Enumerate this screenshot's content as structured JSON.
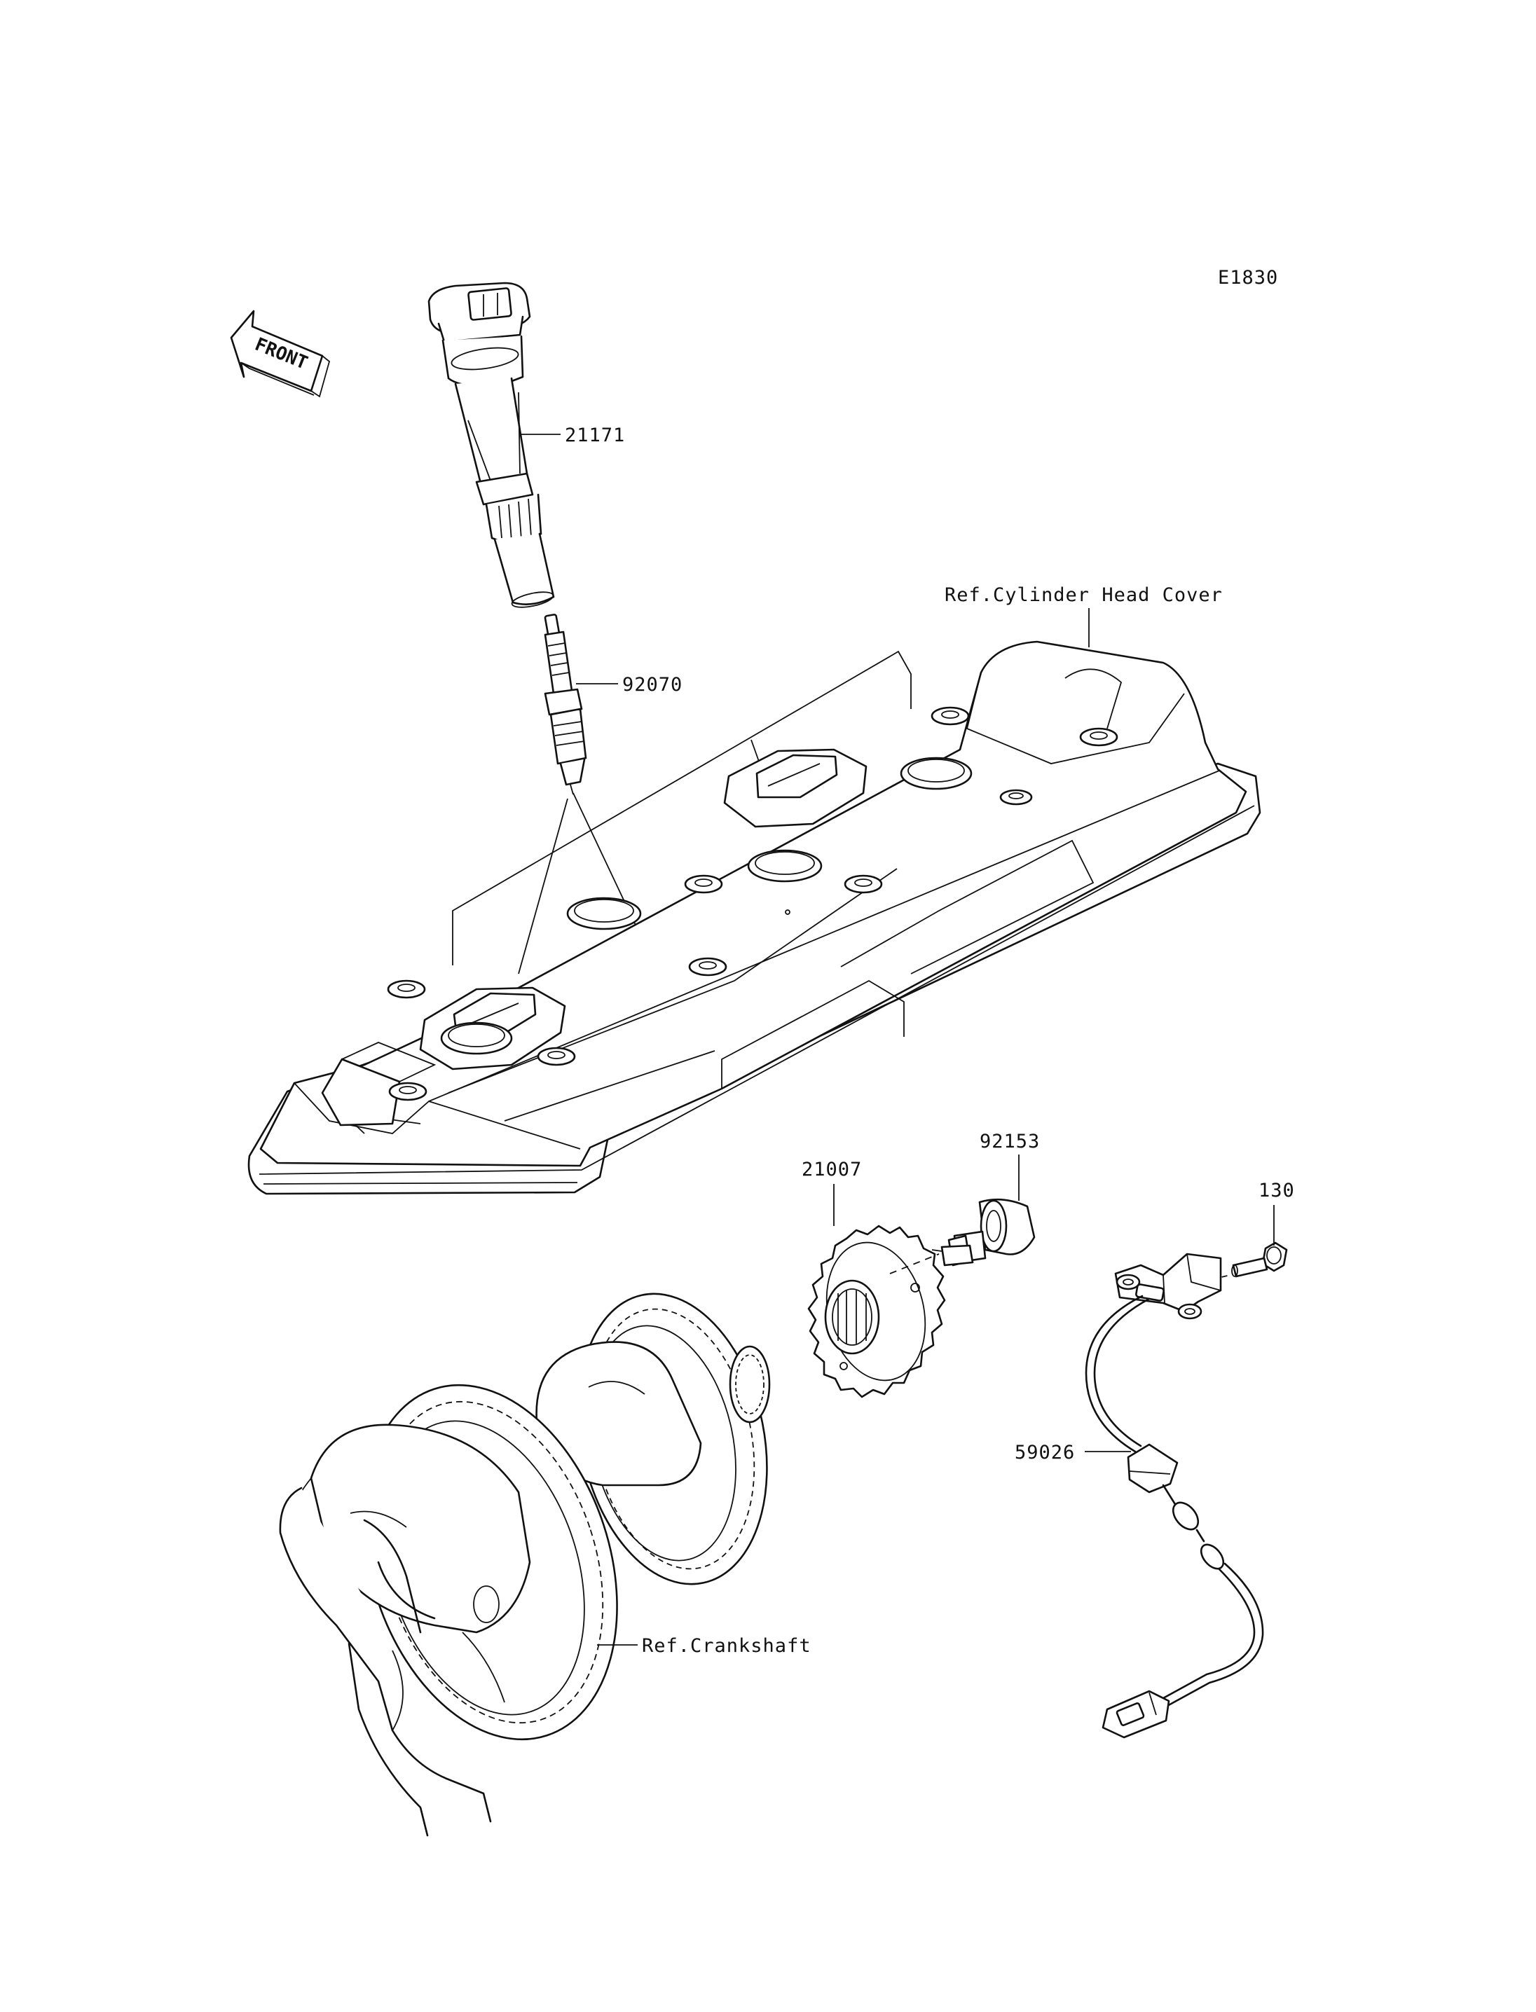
{
  "diagram": {
    "code": "E1830",
    "front_label": "FRONT",
    "parts": {
      "ignition_coil": "21171",
      "spark_plug": "92070",
      "timing_rotor": "21007",
      "bolt_rotor": "92153",
      "bolt_sensor": "130",
      "crank_sensor": "59026"
    },
    "references": {
      "head_cover": "Ref.Cylinder Head Cover",
      "crankshaft": "Ref.Crankshaft"
    }
  }
}
